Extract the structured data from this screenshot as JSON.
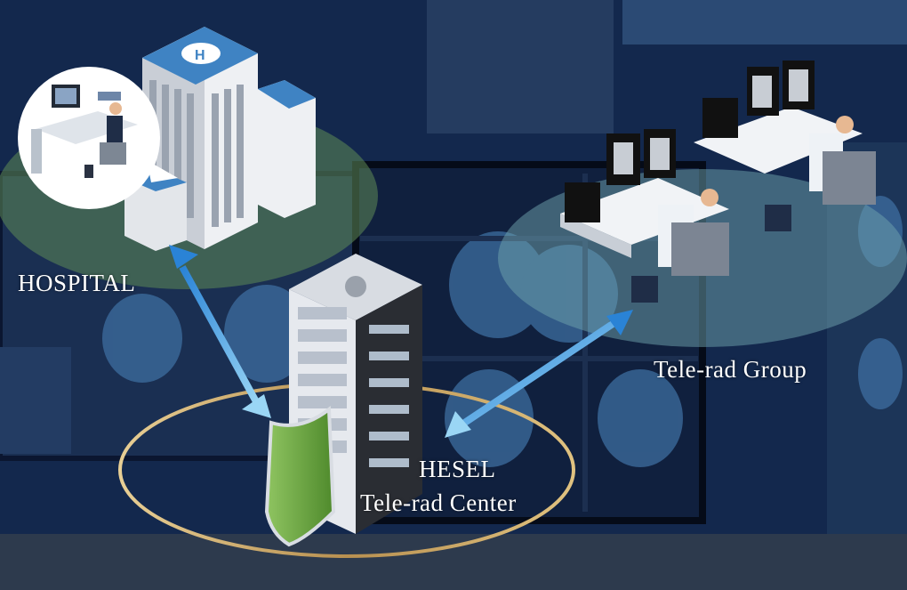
{
  "labels": {
    "hospital": "HOSPITAL",
    "telerad_group": "Tele-rad Group",
    "center_line1": "HESEL",
    "center_line2": "Tele-rad Center"
  },
  "colors": {
    "background": "#13284d",
    "arrow": "#4fb3ec",
    "green_zone": "#5e8a55",
    "teal_zone": "#6fa4ad",
    "ring": "#c9a766",
    "shield": "#6aa23e",
    "server": "#2a2d33",
    "building_roof": "#3f83c3"
  },
  "icons": [
    "hospital-building-icon",
    "doctor-workstation-icon",
    "server-rack-icon",
    "security-shield-icon",
    "radiologist-workstation-icon",
    "bidirectional-arrow-icon"
  ]
}
